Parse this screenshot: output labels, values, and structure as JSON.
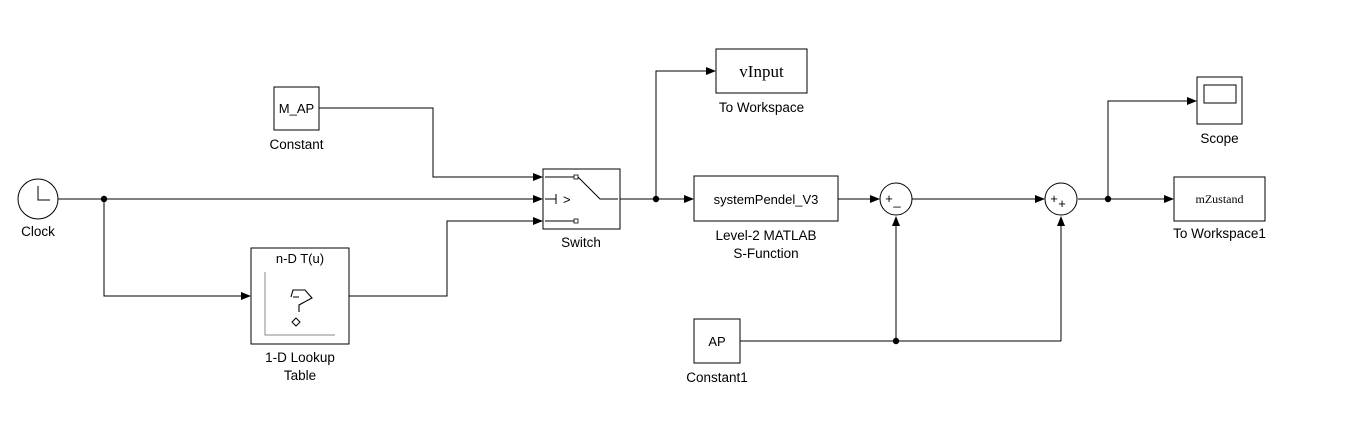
{
  "blocks": {
    "clock": {
      "label": "Clock"
    },
    "constant": {
      "label": "Constant",
      "value": "M_AP"
    },
    "lookup": {
      "label_line1": "1-D Lookup",
      "label_line2": "Table",
      "header": "n-D T(u)"
    },
    "switch": {
      "label": "Switch",
      "threshold": ">"
    },
    "to_workspace": {
      "label": "To Workspace",
      "variable": "vInput"
    },
    "sfunction": {
      "label_line1": "Level-2 MATLAB",
      "label_line2": "S-Function",
      "name": "systemPendel_V3"
    },
    "sum1": {
      "sign_top": "+",
      "sign_bottom": "_"
    },
    "sum2": {
      "sign_top": "+",
      "sign_bottom": "+"
    },
    "scope": {
      "label": "Scope"
    },
    "to_workspace1": {
      "label": "To Workspace1",
      "variable": "mZustand"
    },
    "constant1": {
      "label": "Constant1",
      "value": "AP"
    }
  }
}
